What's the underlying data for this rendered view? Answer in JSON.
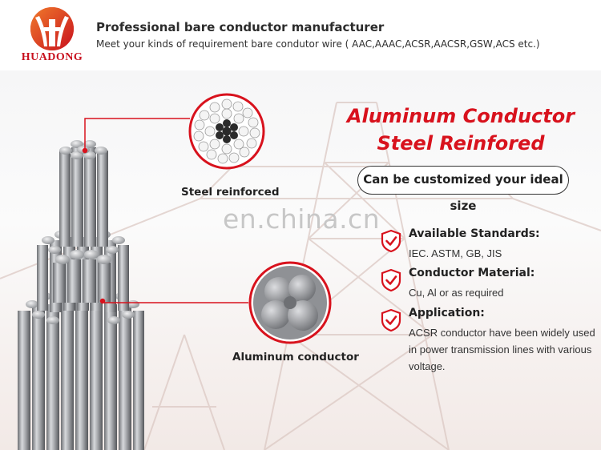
{
  "header": {
    "brand": "HUADONG",
    "tagline": "Professional bare conductor manufacturer",
    "subtagline": "Meet your kinds of requirement bare condutor wire ( AAC,AAAC,ACSR,AACSR,GSW,ACS etc.)"
  },
  "watermark": "en.china.cn",
  "product": {
    "title_line1": "Aluminum Conductor",
    "title_line2": "Steel Reinfored",
    "pill": "Can be customized your ideal size"
  },
  "labels": {
    "steel": "Steel reinforced",
    "aluminum": "Aluminum conductor"
  },
  "features": [
    {
      "title": "Available Standards:",
      "desc": "IEC. ASTM, GB, JIS"
    },
    {
      "title": "Conductor Material:",
      "desc": "Cu, Al or as required"
    },
    {
      "title": "Application:",
      "desc": "ACSR conductor have been widely used in power transmission lines with various voltage."
    }
  ],
  "colors": {
    "accent": "#d8121d",
    "brand": "#c8101e"
  }
}
